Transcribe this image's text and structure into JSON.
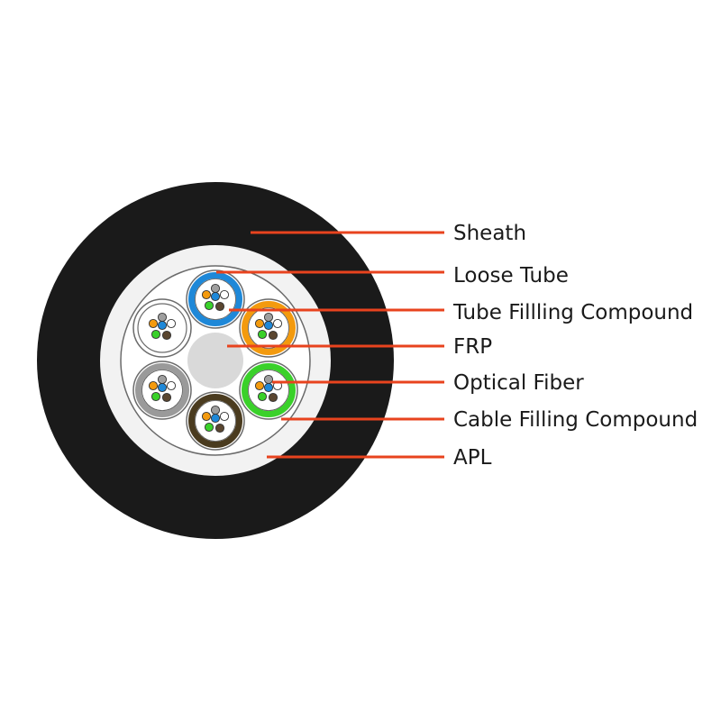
{
  "colors": {
    "sheath": "#1a1a1a",
    "apl": "#f2f2f2",
    "cable_filling": "#ffffff",
    "frp": "#d9d9d9",
    "leader": "#e8431e",
    "tube_fill": "#ffffff",
    "tube_border_inner": "#9a9a9a"
  },
  "loose_tubes": [
    {
      "name": "blue-tube",
      "color": "#1e88d8"
    },
    {
      "name": "orange-tube",
      "color": "#f39a0e"
    },
    {
      "name": "green-tube",
      "color": "#3ad12a"
    },
    {
      "name": "brown-tube",
      "color": "#4a3b1f"
    },
    {
      "name": "grey-tube",
      "color": "#9a9a9a"
    },
    {
      "name": "white-tube",
      "color": "#ffffff"
    }
  ],
  "fiber_colors": [
    "#9e9e9e",
    "#f39a0e",
    "#1e88d8",
    "#ffffff",
    "#3ad12a",
    "#5a4630"
  ],
  "labels": [
    {
      "key": "sheath",
      "text": "Sheath"
    },
    {
      "key": "loose_tube",
      "text": "Loose Tube"
    },
    {
      "key": "tube_filling_compound",
      "text": "Tube Fillling Compound"
    },
    {
      "key": "frp",
      "text": "FRP"
    },
    {
      "key": "optical_fiber",
      "text": "Optical Fiber"
    },
    {
      "key": "cable_filling_compound",
      "text": "Cable Filling Compound"
    },
    {
      "key": "apl",
      "text": "APL"
    }
  ]
}
